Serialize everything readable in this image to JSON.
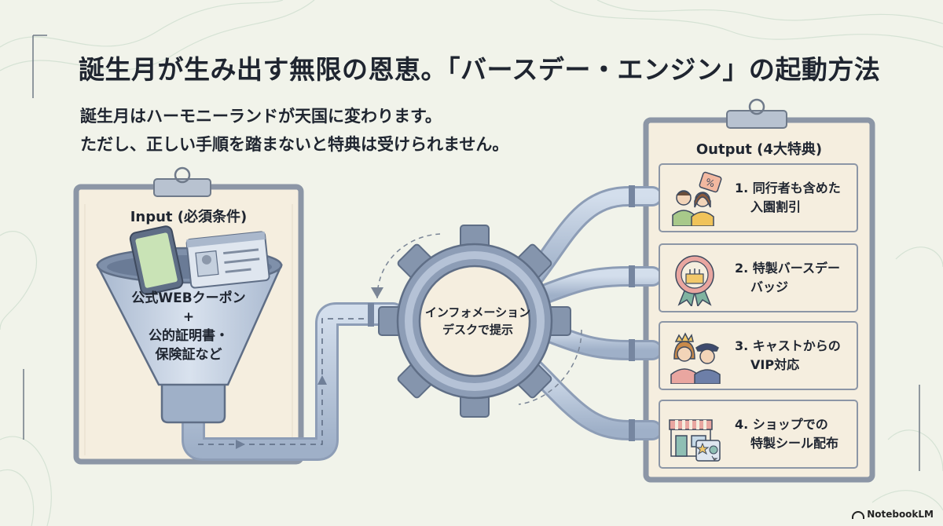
{
  "title": "誕生月が生み出す無限の恩恵。「バースデー・エンジン」の起動方法",
  "subtitle": {
    "line1": "誕生月はハーモニーランドが天国に変わります。",
    "line2": "ただし、正しい手順を踏まないと特典は受けられません。"
  },
  "input_panel": {
    "label": "Input (必須条件)",
    "funnel_lines": [
      "公式WEBクーポン",
      "+",
      "公的証明書・",
      "保険証など"
    ],
    "icons": [
      "smartphone-icon",
      "id-card-icon",
      "funnel-icon"
    ]
  },
  "engine": {
    "lines": [
      "インフォメーション",
      "デスクで提示"
    ],
    "icon": "gear-icon"
  },
  "output_panel": {
    "label": "Output (4大特典)",
    "items": [
      {
        "number": "1.",
        "lines": [
          "1. 同行者も含めた",
          "入園割引"
        ],
        "icon": "companions-discount-icon"
      },
      {
        "number": "2.",
        "lines": [
          "2. 特製バースデー",
          "バッジ"
        ],
        "icon": "birthday-badge-icon"
      },
      {
        "number": "3.",
        "lines": [
          "3. キャストからの",
          "VIP対応"
        ],
        "icon": "cast-vip-icon"
      },
      {
        "number": "4.",
        "lines": [
          "4. ショップでの",
          "特製シール配布"
        ],
        "icon": "shop-sticker-icon"
      }
    ]
  },
  "colors": {
    "background": "#f1f3ea",
    "clipboard_frame": "#8c96a6",
    "paper": "#f5eedf",
    "pipe": "#aebed4",
    "text": "#1f2530"
  },
  "brand": "NotebookLM"
}
